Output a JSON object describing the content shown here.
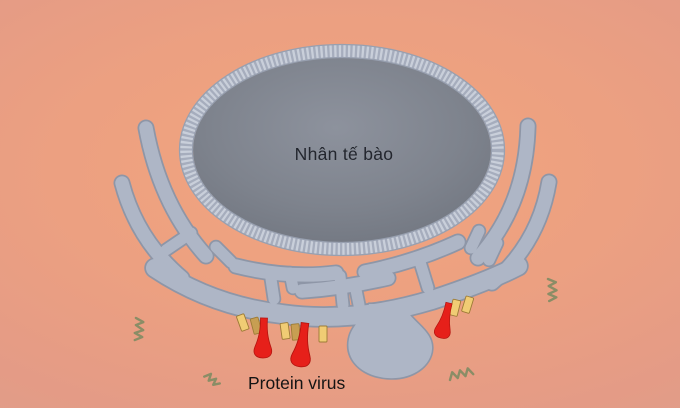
{
  "diagram": {
    "labels": {
      "nucleus": "Nhân tế bào",
      "protein_virus": "Protein virus"
    },
    "colors": {
      "background_center": "#f0a27e",
      "background_edge": "#d9a28d",
      "er_fill": "#aeb6c6",
      "er_outline": "#8e96a7",
      "nucleus_band": "#c9cfda",
      "nucleus_tick": "#a6adbd",
      "nucleus_edge": "#98a0b0",
      "nucleus_fill_light": "#8d929d",
      "nucleus_fill_mid": "#7e838d",
      "nucleus_fill_dark": "#6d727c",
      "spike_red": "#e6201a",
      "spike_outline": "#b5140f",
      "tag_light": "#f0cc74",
      "tag_dark": "#c79e52",
      "tag_outline": "#9c7b36",
      "squiggle_olive": "#8a8d66",
      "label_color": "#23262e"
    },
    "element_counts": {
      "spike_proteins": 3,
      "membrane_tags": 7,
      "squiggles": 4
    }
  }
}
